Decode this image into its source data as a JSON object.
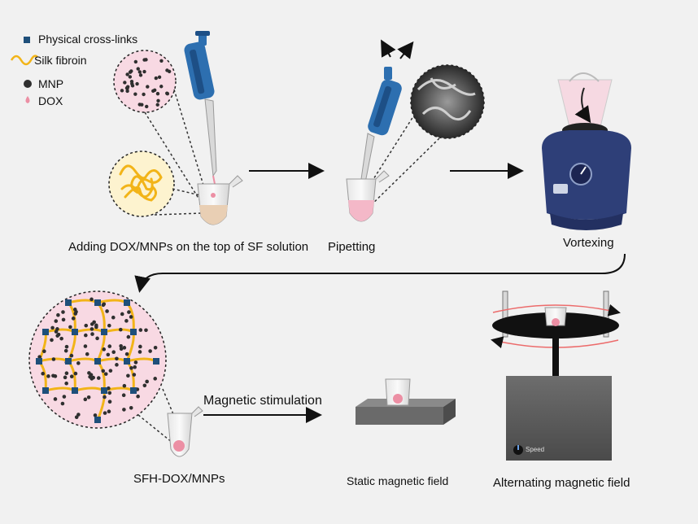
{
  "legend": {
    "cross_links": "Physical cross-links",
    "silk_fibroin": "Silk fibroin",
    "mnp": "MNP",
    "dox": "DOX"
  },
  "steps": {
    "adding": "Adding DOX/MNPs on the top of SF solution",
    "pipetting": "Pipetting",
    "vortexing": "Vortexing",
    "sfh": "SFH-DOX/MNPs",
    "magnetic_stimulation": "Magnetic stimulation",
    "static_field": "Static magnetic field",
    "alternating_field": "Alternating magnetic field",
    "speed_knob": "Speed"
  },
  "colors": {
    "cross_link": "#1e4f7a",
    "fibroin": "#f2b418",
    "mnp": "#2f2f2f",
    "dox": "#ec8fa4",
    "bubble": "#f8d9e3",
    "pipette": "#2d6fb0",
    "vortexer": "#2e3f78",
    "field_box": "#5b5b5b"
  }
}
